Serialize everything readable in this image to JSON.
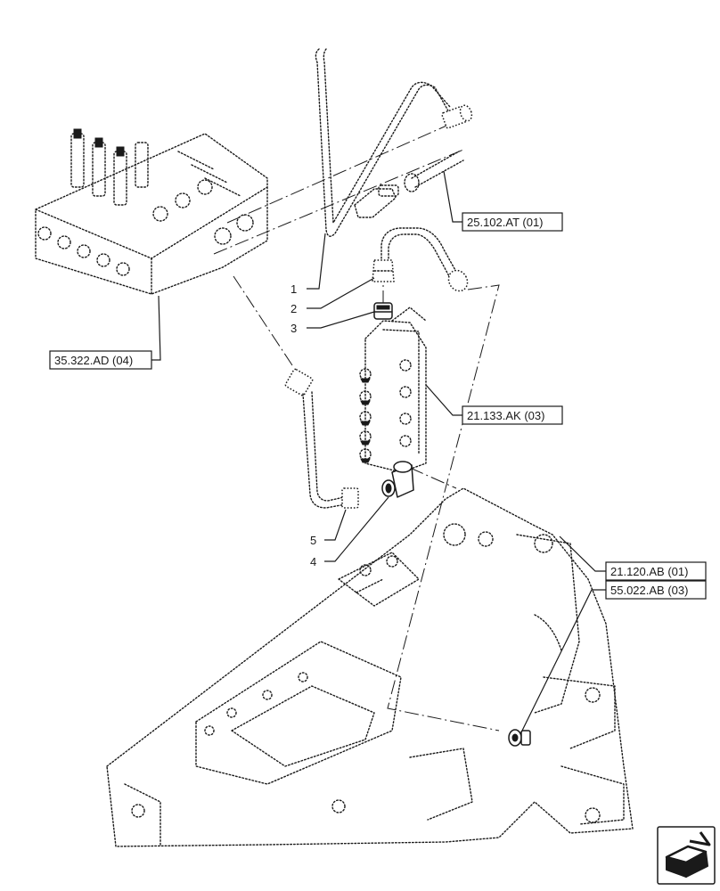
{
  "diagram": {
    "callouts": [
      {
        "id": "1",
        "label": "1"
      },
      {
        "id": "2",
        "label": "2"
      },
      {
        "id": "3",
        "label": "3"
      },
      {
        "id": "4",
        "label": "4"
      },
      {
        "id": "5",
        "label": "5"
      }
    ],
    "references": [
      {
        "id": "ref-25-102-at",
        "label": "25.102.AT (01)"
      },
      {
        "id": "ref-35-322-ad",
        "label": "35.322.AD (04)"
      },
      {
        "id": "ref-21-133-ak",
        "label": "21.133.AK (03)"
      },
      {
        "id": "ref-21-120-ab",
        "label": "21.120.AB (01)"
      },
      {
        "id": "ref-55-022-ab",
        "label": "55.022.AB (03)"
      }
    ]
  },
  "navigation": {
    "next_page_icon": "arrow-forward-icon"
  }
}
